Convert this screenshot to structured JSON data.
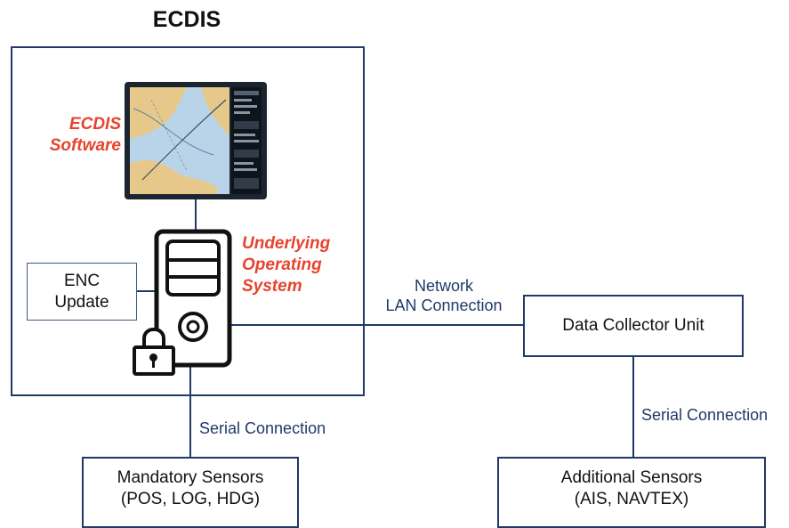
{
  "title": "ECDIS",
  "labels": {
    "software_line1": "ECDIS",
    "software_line2": "Software",
    "os_line1": "Underlying",
    "os_line2": "Operating",
    "os_line3": "System",
    "network_line1": "Network",
    "network_line2": "LAN Connection",
    "serial_left": "Serial Connection",
    "serial_right": "Serial Connection"
  },
  "boxes": {
    "enc_update_line1": "ENC",
    "enc_update_line2": "Update",
    "data_collector": "Data Collector Unit",
    "mandatory_line1": "Mandatory Sensors",
    "mandatory_line2": "(POS, LOG, HDG)",
    "additional_line1": "Additional Sensors",
    "additional_line2": "(AIS, NAVTEX)"
  },
  "colors": {
    "frame": "#1f3a68",
    "accent_red": "#e8432e",
    "label_blue": "#1f3a68",
    "sea": "#b9d4e8",
    "land": "#e6c98a"
  },
  "icons": [
    "monitor-icon",
    "computer-tower-icon",
    "padlock-icon"
  ]
}
